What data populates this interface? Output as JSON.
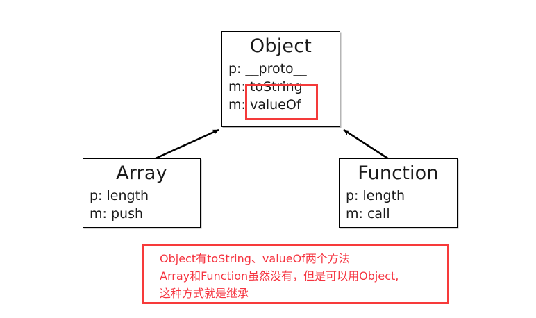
{
  "diagram": {
    "title": "JavaScript prototype inheritance diagram",
    "boxes": [
      {
        "id": "object",
        "title": "Object",
        "rows": [
          {
            "key": "p:",
            "value": "__proto__"
          },
          {
            "key": "m:",
            "value": "toString"
          },
          {
            "key": "m:",
            "value": "valueOf"
          }
        ]
      },
      {
        "id": "array",
        "title": "Array",
        "rows": [
          {
            "key": "p:",
            "value": "length"
          },
          {
            "key": "m:",
            "value": "push"
          }
        ]
      },
      {
        "id": "function",
        "title": "Function",
        "rows": [
          {
            "key": "p:",
            "value": "length"
          },
          {
            "key": "m:",
            "value": "call"
          }
        ]
      }
    ],
    "arrows": [
      {
        "id": "array-to-object",
        "from": "array",
        "to": "object",
        "style": "solid-arrow"
      },
      {
        "id": "function-to-object",
        "from": "function",
        "to": "object",
        "style": "solid-arrow"
      }
    ],
    "highlight": {
      "id": "method-highlight",
      "color": "#f43a3a",
      "targets": [
        "toString",
        "valueOf"
      ]
    },
    "note": {
      "color": "#f5333f",
      "border_color": "#f73a3a",
      "lines": [
        "Object有toString、valueOf两个方法",
        "Array和Function虽然没有，但是可以用Object,",
        "这种方式就是继承"
      ]
    }
  }
}
